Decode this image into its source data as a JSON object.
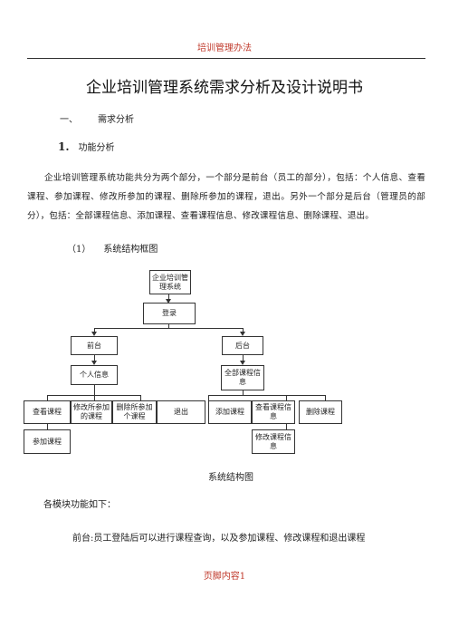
{
  "header": {
    "text": "培训管理办法"
  },
  "document": {
    "title": "企业培训管理系统需求分析及设计说明书",
    "section1": {
      "num": "一、",
      "label": "需求分析"
    },
    "section1_1": {
      "num": "1.",
      "label": "功能分析"
    },
    "paragraph": "企业培训管理系统功能共分为两个部分，一个部分是前台（员工的部分），包括：个人信息、查看课程、参加课程、修改所参加的课程、删除所参加的课程，退出。另外一个部分是后台（管理员的部分），包括：全部课程信息、添加课程、查看课程信息、修改课程信息、删除课程、退出。",
    "section1_1_1": {
      "num": "（1）",
      "label": "系统结构框图"
    },
    "diagram": {
      "root": "企业培训管理系统",
      "login": "登录",
      "front": "前台",
      "back": "后台",
      "personal_info": "个人信息",
      "all_courses": "全部课程信息",
      "view_course": "查看课程",
      "modify_joined": "修改所参加的课程",
      "delete_joined": "删除所参加个课程",
      "logout": "退出",
      "add_course": "添加课程",
      "view_course_info": "查看课程信息",
      "delete_course": "删除课程",
      "join_course": "参加课程",
      "modify_course_info": "修改课程信息"
    },
    "caption": "系统结构图",
    "modules_intro": "各模块功能如下：",
    "front_desc": "前台:员工登陆后可以进行课程查询，以及参加课程、修改课程和退出课程"
  },
  "footer": {
    "text": "页脚内容1"
  }
}
